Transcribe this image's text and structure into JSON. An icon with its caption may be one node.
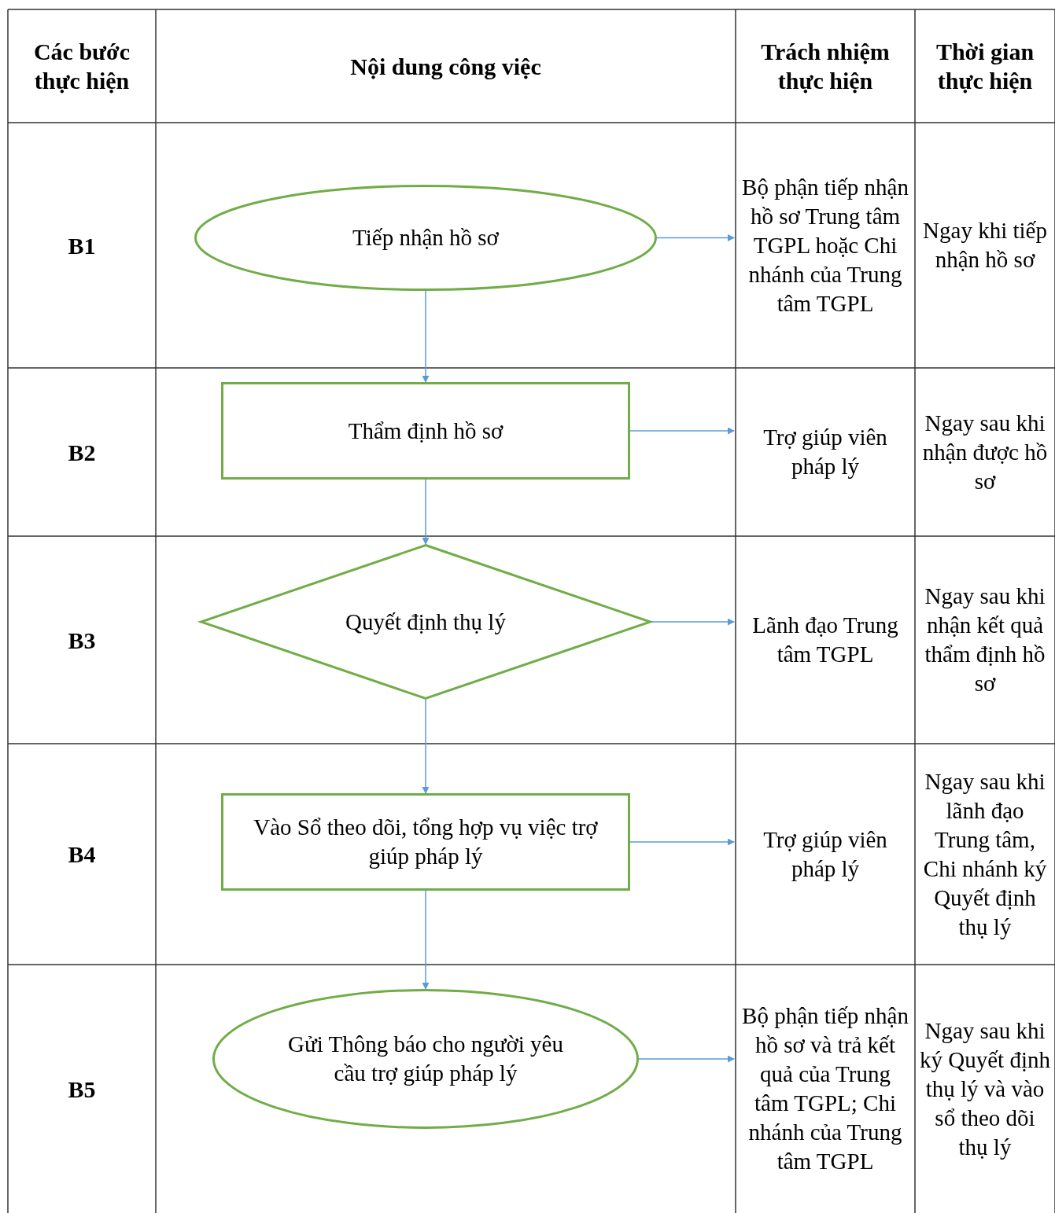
{
  "diagram": {
    "nodes": [
      {
        "text": [
          "Tiếp nhận hồ sơ"
        ]
      },
      {
        "text": [
          "Bộ phận tiếp nhận hồ sơ Trung tâm TGPL hoặc Chi nhánh của Trung tâm TGPL"
        ]
      },
      {
        "text": [
          "Thẩm định hồ sơ"
        ]
      },
      {
        "text": [
          "Trợ giúp viên pháp lý"
        ]
      },
      {
        "text": [
          "Quyết định thụ lý"
        ]
      },
      {
        "text": [
          "Lãnh đạo Trung tâm TGPL"
        ]
      },
      {
        "text": [
          "Vào Sổ theo dõi, tổng hợp vụ việc trợ giúp pháp lý"
        ]
      },
      {
        "text": [
          "Trợ giúp viên pháp lý"
        ]
      },
      {
        "text": [
          "Gửi Thông báo cho người yêu cầu trợ giúp pháp lý"
        ]
      },
      {
        "text": [
          "Bộ phận tiếp nhận hồ sơ và trả kết quả của Trung tâm TGPL; Chi nhánh của Trung tâm TGPL"
        ]
      }
    ],
    "edges": [
      {
        "from": 0,
        "to": 2,
        "arrow": "to"
      },
      {
        "from": 2,
        "to": 4,
        "arrow": "to"
      },
      {
        "from": 4,
        "to": 6,
        "arrow": "to"
      },
      {
        "from": 6,
        "to": 8,
        "arrow": "to"
      },
      {
        "from": 0,
        "to": 1,
        "arrow": "to"
      },
      {
        "from": 2,
        "to": 3,
        "arrow": "to"
      },
      {
        "from": 4,
        "to": 5,
        "arrow": "to"
      },
      {
        "from": 6,
        "to": 7,
        "arrow": "to"
      },
      {
        "from": 8,
        "to": 9,
        "arrow": "to"
      }
    ],
    "labels": [
      "Các bước thực hiện",
      "Nội dung công việc",
      "Trách nhiệm thực hiện",
      "Thời gian thực hiện",
      "B1",
      "Ngay khi tiếp nhận hồ sơ",
      "B2",
      "Ngay sau khi nhận được hồ sơ",
      "B3",
      "Ngay sau khi nhận kết quả thẩm định hồ sơ",
      "B4",
      "Ngay sau khi lãnh đạo Trung tâm, Chi nhánh ký Quyết định thụ lý",
      "B5",
      "Ngay sau khi ký Quyết định thụ lý và vào sổ theo dõi thụ lý"
    ]
  }
}
